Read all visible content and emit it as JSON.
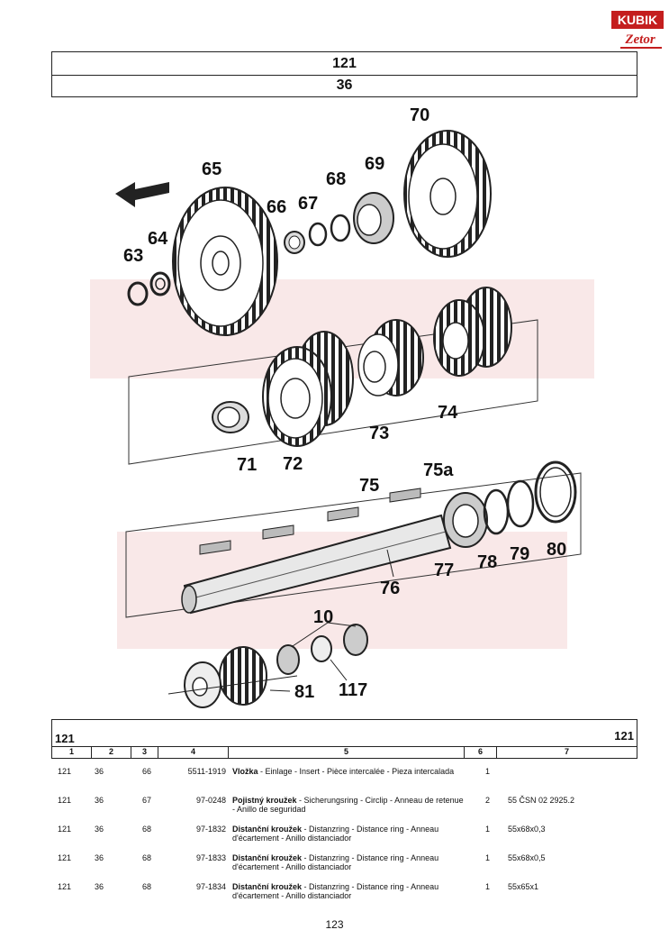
{
  "logo": {
    "text_top": "KUBIK",
    "text_bottom": "Zetor"
  },
  "header": {
    "group": "121",
    "subgroup": "36"
  },
  "drawing": {
    "labels": [
      "63",
      "64",
      "65",
      "66",
      "67",
      "68",
      "69",
      "70",
      "71",
      "72",
      "73",
      "74",
      "75",
      "75a",
      "76",
      "77",
      "78",
      "79",
      "80",
      "10",
      "117",
      "81"
    ]
  },
  "table": {
    "group_left": "121",
    "group_right": "121",
    "columns": [
      "1",
      "2",
      "3",
      "4",
      "5",
      "6",
      "7"
    ],
    "rows": [
      {
        "c1": "121",
        "c2": "36",
        "c3": "66",
        "c4": "5511-1919",
        "name": "Vložka",
        "desc": " - Einlage - Insert - Pièce intercalée - Pieza intercalada",
        "c6": "1",
        "c7": ""
      },
      {
        "c1": "121",
        "c2": "36",
        "c3": "67",
        "c4": "97-0248",
        "name": "Pojistný kroužek",
        "desc": " - Sicherungsring - Circlip - Anneau de retenue - Anillo de seguridad",
        "c6": "2",
        "c7": "55 ČSN 02 2925.2"
      },
      {
        "c1": "121",
        "c2": "36",
        "c3": "68",
        "c4": "97-1832",
        "name": "Distanční kroužek",
        "desc": " - Distanzring - Distance ring - Anneau d'écartement - Anillo distanciador",
        "c6": "1",
        "c7": "55x68x0,3"
      },
      {
        "c1": "121",
        "c2": "36",
        "c3": "68",
        "c4": "97-1833",
        "name": "Distanční kroužek",
        "desc": " - Distanzring - Distance ring - Anneau d'écartement - Anillo distanciador",
        "c6": "1",
        "c7": "55x68x0,5"
      },
      {
        "c1": "121",
        "c2": "36",
        "c3": "68",
        "c4": "97-1834",
        "name": "Distanční kroužek",
        "desc": " - Distanzring - Distance ring - Anneau d'écartement - Anillo distanciador",
        "c6": "1",
        "c7": "55x65x1"
      }
    ]
  },
  "page_number": "123"
}
